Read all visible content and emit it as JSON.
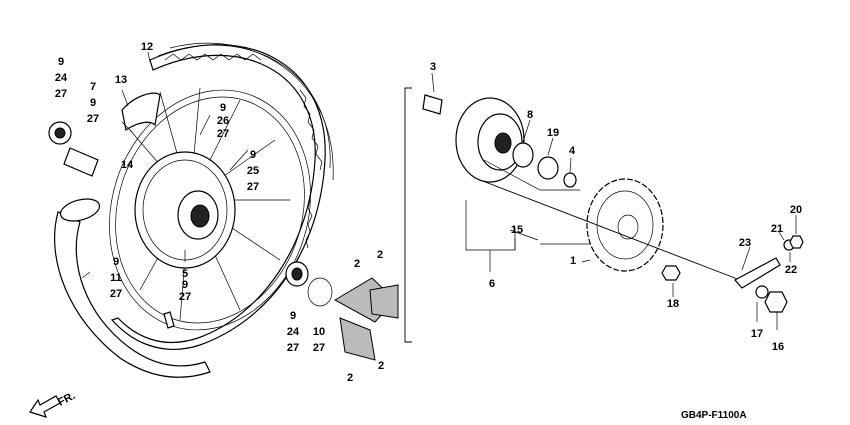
{
  "diagram_code": "GB4P-F1100A",
  "direction_label": "FR.",
  "callouts": {
    "c1": "1",
    "c2a": "2",
    "c2b": "2",
    "c2c": "2",
    "c2d": "2",
    "c3": "3",
    "c5": "5",
    "c6": "6",
    "c8": "8",
    "c12": "12",
    "c13": "13",
    "c14": "14",
    "c15": "15",
    "c16": "16",
    "c17": "17",
    "c18": "18",
    "c19": "19",
    "c4": "4",
    "c20": "20",
    "c21": "21",
    "c22": "22",
    "c23": "23"
  },
  "stacks": {
    "s_9_24_27_top": [
      "9",
      "24",
      "27"
    ],
    "s_7_9_27": [
      "7",
      "9",
      "27"
    ],
    "s_9_26_27": [
      "9",
      "26",
      "27"
    ],
    "s_9_25_27": [
      "9",
      "25",
      "27"
    ],
    "s_9_11_27": [
      "9",
      "11",
      "27"
    ],
    "s_9_27_hub": [
      "9",
      "27"
    ],
    "s_9_24_27_bot": [
      "9",
      "24",
      "27"
    ],
    "s_10_27": [
      "10",
      "27"
    ]
  }
}
